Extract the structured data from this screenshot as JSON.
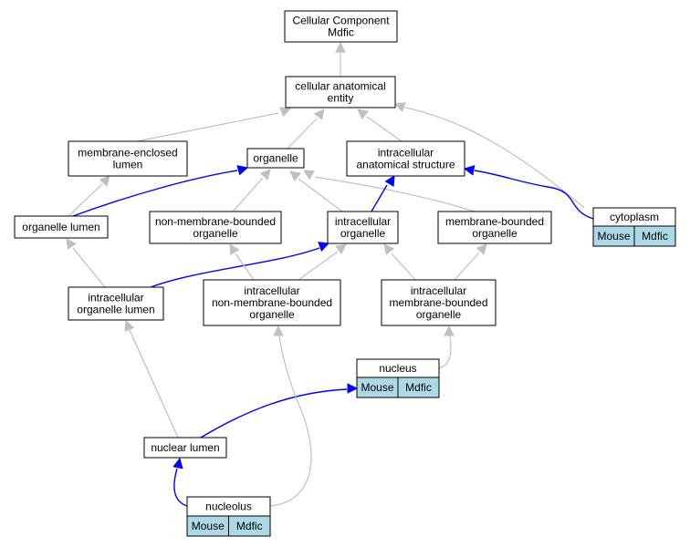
{
  "nodes": {
    "root": [
      "Cellular Component",
      "Mdfic"
    ],
    "cae": [
      "cellular anatomical",
      "entity"
    ],
    "mel": [
      "membrane-enclosed",
      "lumen"
    ],
    "organelle": [
      "organelle"
    ],
    "ias": [
      "intracellular",
      "anatomical structure"
    ],
    "olumen": [
      "organelle lumen"
    ],
    "nmbo": [
      "non-membrane-bounded",
      "organelle"
    ],
    "io": [
      "intracellular",
      "organelle"
    ],
    "mbo": [
      "membrane-bounded",
      "organelle"
    ],
    "iol": [
      "intracellular",
      "organelle lumen"
    ],
    "inmbo": [
      "intracellular",
      "non-membrane-bounded",
      "organelle"
    ],
    "imbo": [
      "intracellular",
      "membrane-bounded",
      "organelle"
    ],
    "nlumen": [
      "nuclear lumen"
    ],
    "cytoplasm": [
      "cytoplasm"
    ],
    "nucleus": [
      "nucleus"
    ],
    "nucleolus": [
      "nucleolus"
    ]
  },
  "tags": {
    "cytoplasm": [
      "Mouse",
      "Mdfic"
    ],
    "nucleus": [
      "Mouse",
      "Mdfic"
    ],
    "nucleolus": [
      "Mouse",
      "Mdfic"
    ]
  },
  "colors": {
    "edge_gray": "#c0c0c0",
    "edge_blue": "#0000ff",
    "tag_fill": "#add8e6"
  }
}
